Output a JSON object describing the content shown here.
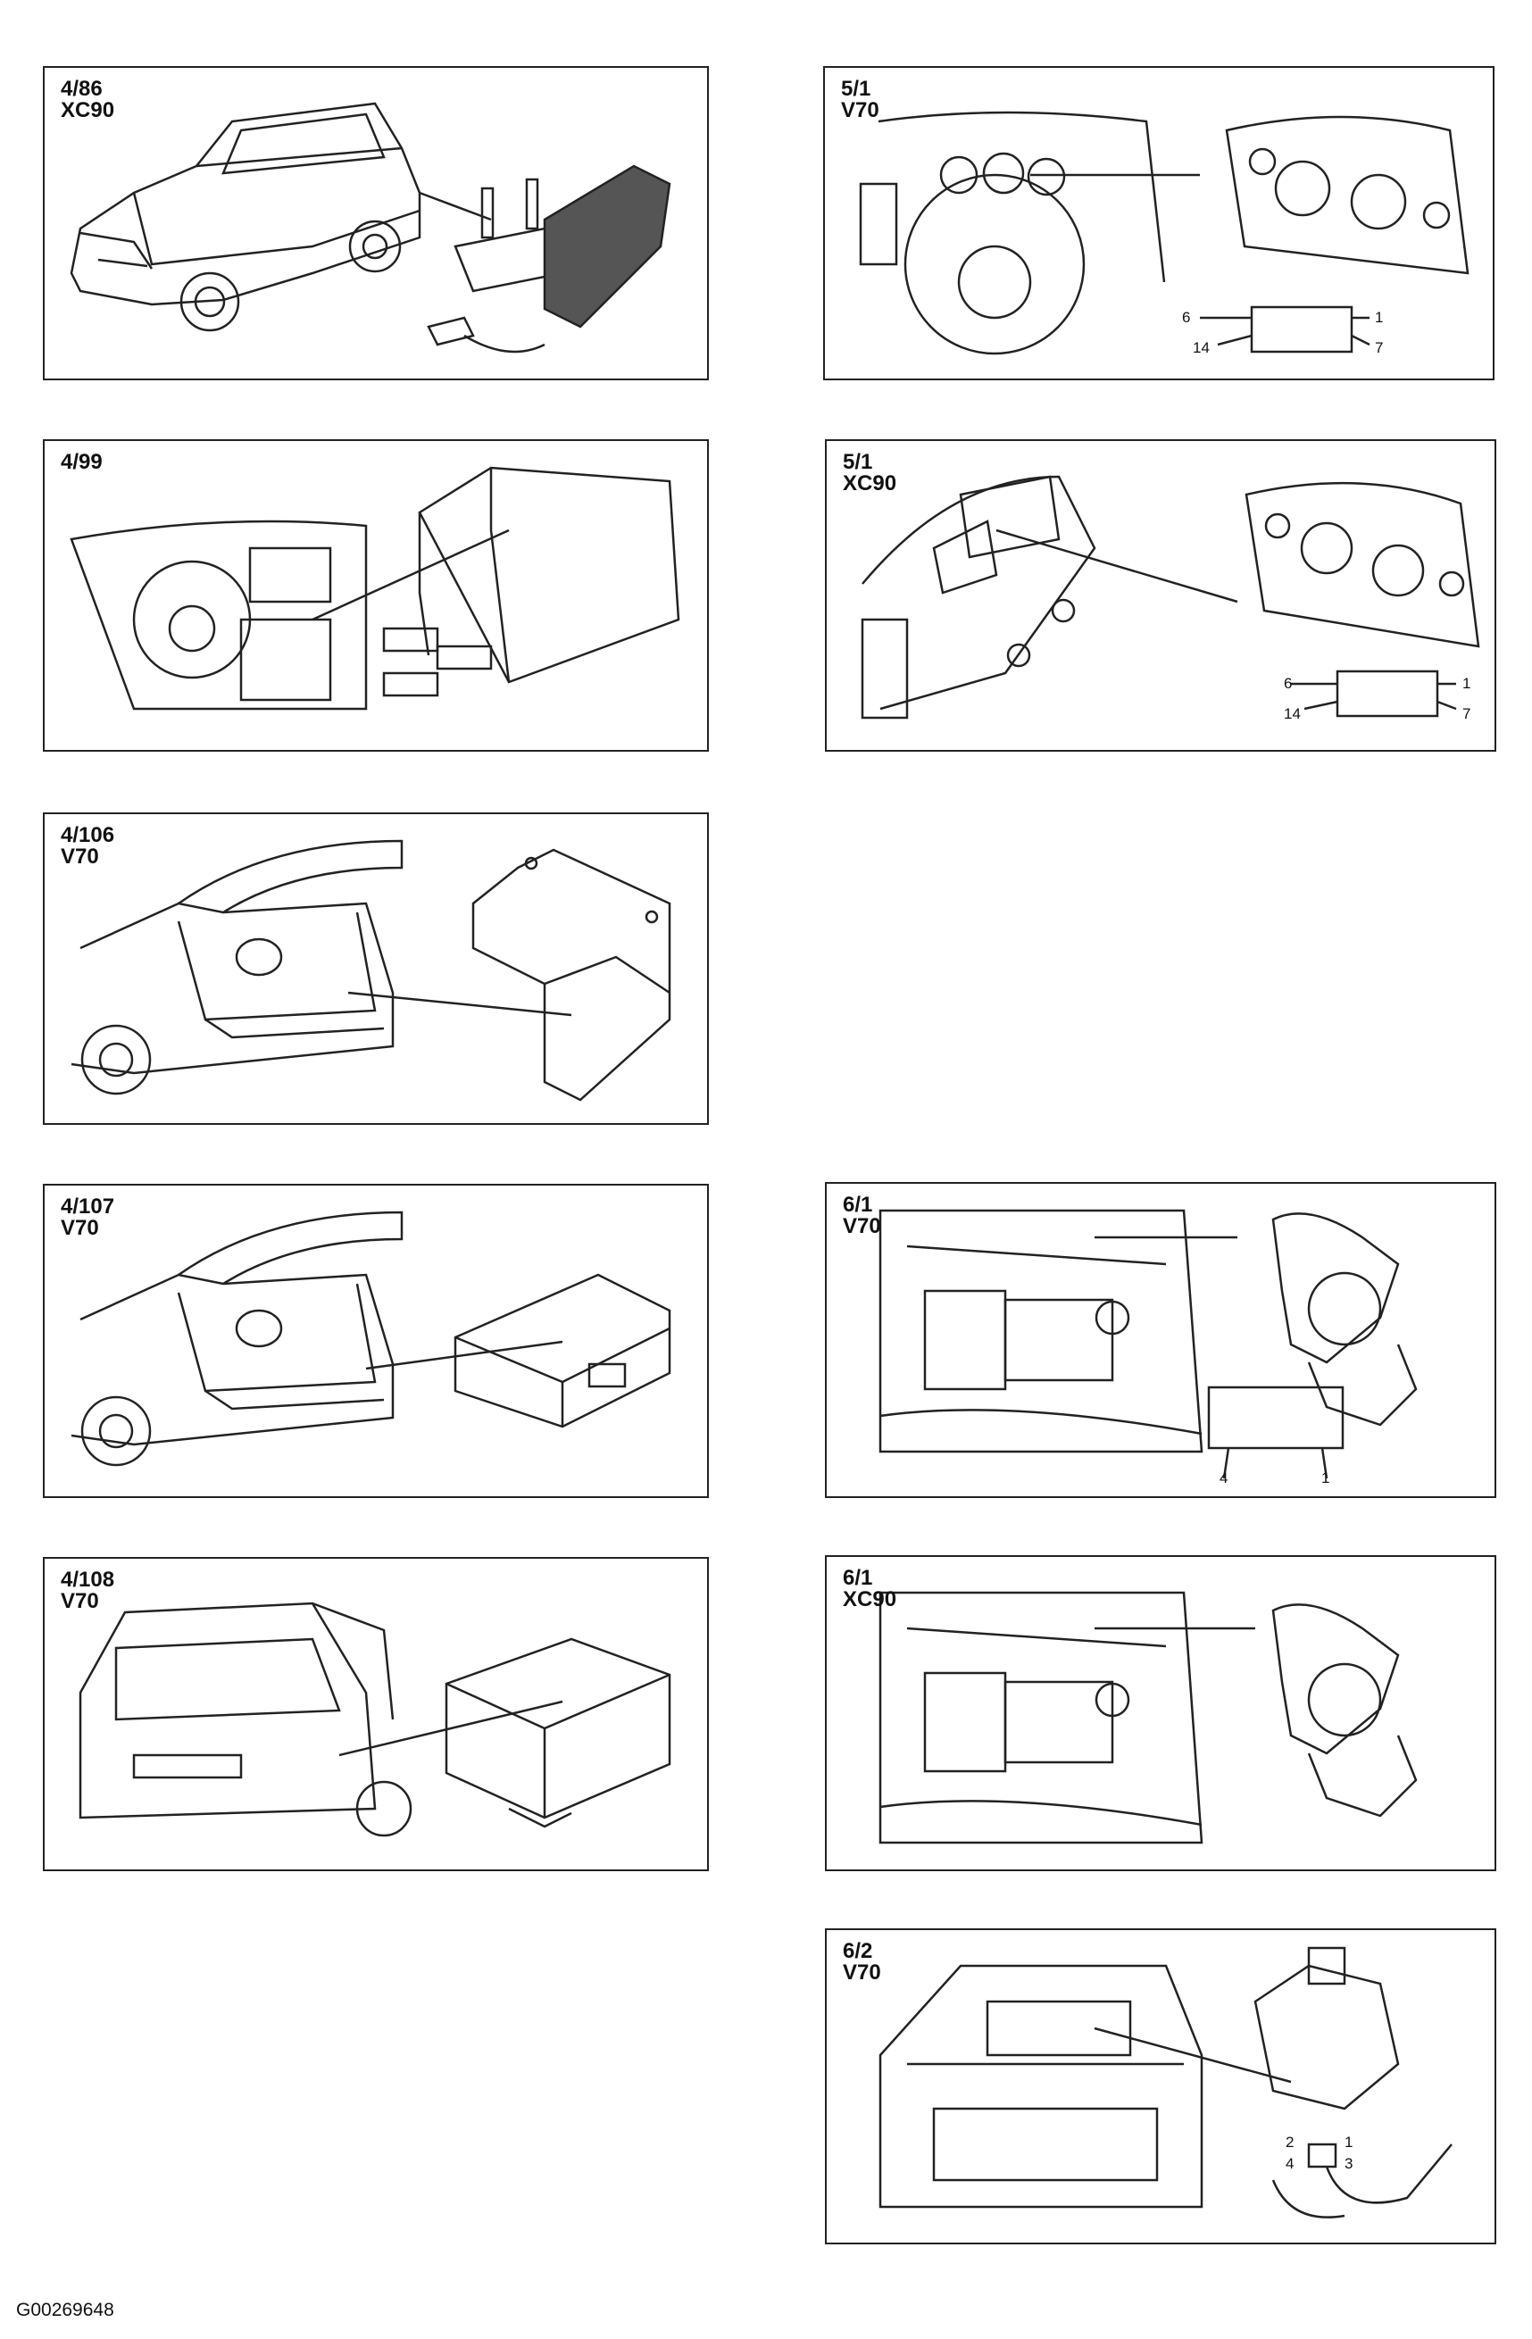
{
  "panels": {
    "p4_86": {
      "code": "4/86",
      "model": "XC90",
      "component": "car-with-relay"
    },
    "p4_99": {
      "code": "4/99",
      "model": "",
      "component": "dashboard-with-relay"
    },
    "p4_106": {
      "code": "4/106",
      "model": "V70",
      "component": "cargo-with-bracket"
    },
    "p4_107": {
      "code": "4/107",
      "model": "V70",
      "component": "cargo-with-module"
    },
    "p4_108": {
      "code": "4/108",
      "model": "V70",
      "component": "rear-with-module"
    },
    "p5_1a": {
      "code": "5/1",
      "model": "V70",
      "component": "steering-wheel-cluster",
      "pins": [
        "6",
        "1",
        "14",
        "7"
      ]
    },
    "p5_1b": {
      "code": "5/1",
      "model": "XC90",
      "component": "dash-cluster",
      "pins": [
        "6",
        "1",
        "14",
        "7"
      ]
    },
    "p6_1a": {
      "code": "6/1",
      "model": "V70",
      "component": "engine-wiper-motor",
      "pins": [
        "4",
        "1"
      ]
    },
    "p6_1b": {
      "code": "6/1",
      "model": "XC90",
      "component": "engine-wiper-motor"
    },
    "p6_2": {
      "code": "6/2",
      "model": "V70",
      "component": "washer-pump",
      "pins": [
        "2",
        "1",
        "4",
        "3"
      ]
    }
  },
  "figure_code": "G00269648",
  "colors": {
    "line": "#222222",
    "background": "#ffffff"
  }
}
